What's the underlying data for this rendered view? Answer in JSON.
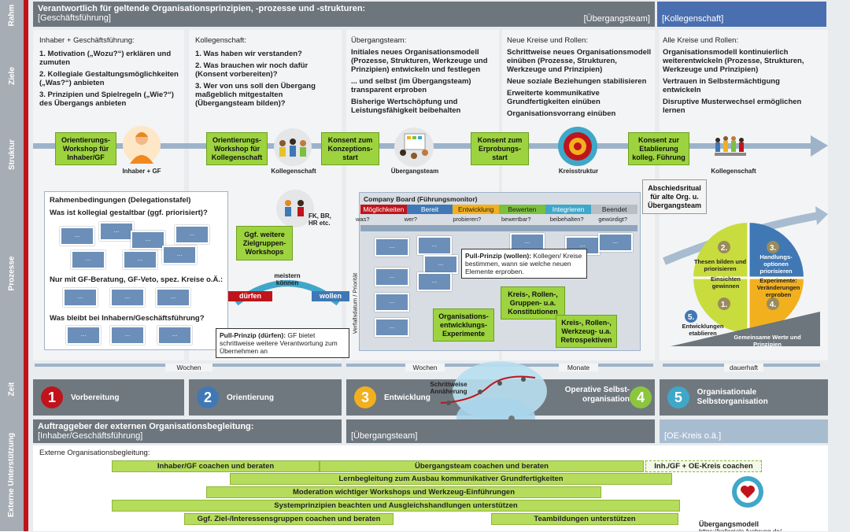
{
  "sidebar": {
    "rahmen": "Rahm",
    "ziele": "Ziele",
    "struktur": "Struktur",
    "prozesse": "Prozesse",
    "zeit": "Zeit",
    "extern": "Externe Unterstützung"
  },
  "header": {
    "title": "Verantwortlich für geltende Organisationsprinzipien, -prozesse und -strukturen:",
    "sub": "[Geschäftsführung]",
    "team": "[Übergangsteam]",
    "kolleg": "[Kollegenschaft]"
  },
  "ziele": {
    "c1": {
      "head": "Inhaber + Geschäftsführung:",
      "items": [
        "1. Motivation („Wozu?“) erklären und zumuten",
        "2. Kollegiale Gestaltungsmöglichkeiten („Was?“) anbieten",
        "3. Prinzipien und Spielregeln („Wie?“) des Übergangs anbieten"
      ]
    },
    "c2": {
      "head": "Kollegenschaft:",
      "items": [
        "1. Was haben wir verstanden?",
        "2. Was brauchen wir noch dafür (Konsent vorbereiten)?",
        "3. Wer von uns soll den Übergang maßgeblich mitgestalten (Übergangsteam bilden)?"
      ]
    },
    "c3": {
      "head": "Übergangsteam:",
      "items": [
        "Initiales neues Organisationsmodell (Prozesse, Strukturen, Werkzeuge und Prinzipien) entwickeln und festlegen",
        "... und selbst (im Übergangsteam) transparent erproben",
        "Bisherige Wertschöpfung und Leistungsfähigkeit beibehalten"
      ]
    },
    "c4": {
      "head": "Neue Kreise und Rollen:",
      "items": [
        "Schrittweise neues Organisationsmodell einüben (Prozesse, Strukturen, Werkzeuge und Prinzipien)",
        "Neue soziale Beziehungen stabilisieren",
        "Erweiterte kommunikative Grundfertigkeiten einüben",
        "Organisationsvorrang einüben"
      ]
    },
    "c5": {
      "head": "Alle Kreise und Rollen:",
      "items": [
        "Organisationsmodell kontinuierlich weiterentwickeln (Prozesse, Strukturen, Werkzeuge und Prinzipien)",
        "Vertrauen in Selbstermächtigung entwickeln",
        "Disruptive Musterwechsel ermöglichen lernen"
      ]
    }
  },
  "struktur": {
    "b1": "Orientierungs-Workshop für Inhaber/GF",
    "cap1": "Inhaber + GF",
    "b2": "Orientierungs-Workshop für Kollegenschaft",
    "cap2": "Kollegenschaft",
    "b3": "Konsent zum Konzeptions-start",
    "cap3": "Übergangsteam",
    "b4": "Konsent zum Erprobungs-start",
    "cap4": "Kreisstruktur",
    "b5": "Konsent zur Etablierung kolleg. Führung",
    "cap5": "Kollegenschaft",
    "ritual": "Abschiedsritual für alte Org. u. Übergangsteam"
  },
  "prozesse": {
    "tafel": "Rahmenbedingungen (Delegationstafel)",
    "q1": "Was ist kollegial gestaltbar (ggf. priorisiert)?",
    "q2": "Nur mit GF-Beratung, GF-Veto, spez. Kreise o.Ä.:",
    "q3": "Was bleibt bei Inhabern/Geschäftsführung?",
    "card": "...",
    "fk": "FK, BR, HR etc.",
    "zielgruppen": "Ggf. weitere Zielgruppen-Workshops",
    "pull1_b": "Pull-Prinzip (dürfen):",
    "pull1": " GF bietet schrittweise weitere Verantwortung zum Übernehmen an",
    "duerfen": "dürfen",
    "meistern": "meistern können",
    "wollen": "wollen",
    "board": "Company Board (Führungsmonitor)",
    "tabs": [
      "Möglichkeiten",
      "Bereit",
      "Entwicklung",
      "Bewerten",
      "Integrieren",
      "Beendet"
    ],
    "tabcolors": [
      "#c0141c",
      "#3f78b5",
      "#f2b01e",
      "#7bbf3f",
      "#3fa7c9",
      "#b8bec4"
    ],
    "qs": [
      "was?",
      "wer?",
      "probieren?",
      "bewertbar?",
      "beibehalten?",
      "gewürdigt?"
    ],
    "pull2_b": "Pull-Prinzip (wollen):",
    "pull2": " Kollegen/ Kreise bestimmen, wann sie welche neuen Elemente erproben.",
    "axis": "Verfallsdatum / Priorität",
    "exp": "Organisations-entwicklungs-Experimente",
    "konst": "Kreis-, Rollen-, Gruppen- u.a. Konstitutionen",
    "retro": "Kreis-, Rollen-, Werkzeug- u.a. Retrospektiven",
    "cycle": {
      "s1": "Einsichten gewinnen",
      "s2": "Thesen bilden und priorisieren",
      "s3": "Handlungs-optionen priorisieren",
      "s4": "Experimente: Veränderungen erproben",
      "s5": "Entwicklungen etablieren",
      "base": "Gemeinsame Werte und Prinzipien"
    }
  },
  "zeit": {
    "w1": "Wochen",
    "w2": "Wochen",
    "m": "Monate",
    "d": "dauerhaft",
    "schritt": "Schrittweise Annäherung"
  },
  "phasen": [
    {
      "n": "1",
      "label": "Vorbereitung",
      "color": "#c0141c"
    },
    {
      "n": "2",
      "label": "Orientierung",
      "color": "#3f78b5"
    },
    {
      "n": "3",
      "label": "Entwicklung",
      "color": "#f2b01e"
    },
    {
      "n": "4",
      "label": "Operative Selbst-organisation",
      "color": "#8cc63f"
    },
    {
      "n": "5",
      "label": "Organisationale Selbstorganisation",
      "color": "#3fa7c9"
    }
  ],
  "auftrag": {
    "title": "Auftraggeber der externen Organisationsbegleitung:",
    "sub": "[Inhaber/Geschäftsführung]",
    "team": "[Übergangsteam]",
    "oe": "[OE-Kreis o.ä.]"
  },
  "extern": {
    "head": "Externe Organisationsbegleitung:",
    "bars": [
      "Inhaber/GF coachen und beraten",
      "Übergangsteam coachen und beraten",
      "Inh./GF + OE-Kreis coachen",
      "Lernbegleitung zum Ausbau kommunikativer Grundfertigkeiten",
      "Moderation wichtiger Workshops und Werkzeug-Einführungen",
      "Systemprinzipien beachten und Ausgleichshandlungen unterstützen",
      "Ggf. Ziel-/Interessensgruppen coachen und beraten",
      "Teambildungen unterstützen"
    ],
    "model": "Übergangsmodell",
    "url": "https://kollegiale-fuehrung.de/"
  },
  "colors": {
    "red": "#c0141c",
    "green": "#9dd33f",
    "grey": "#6d757d",
    "blue": "#6b8fb8"
  }
}
